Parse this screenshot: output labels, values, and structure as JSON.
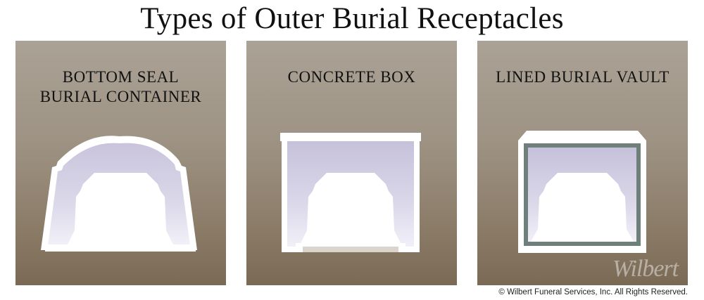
{
  "title": "Types of Outer Burial Receptacles",
  "panels": [
    {
      "label_line1": "BOTTOM SEAL",
      "label_line2": "BURIAL CONTAINER"
    },
    {
      "label_line1": "CONCRETE BOX",
      "label_line2": ""
    },
    {
      "label_line1": "LINED BURIAL VAULT",
      "label_line2": ""
    }
  ],
  "watermark": "Wilbert",
  "copyright": "© Wilbert Funeral Services, Inc. All Rights Reserved.",
  "colors": {
    "panel_bg_top": "#aba296",
    "panel_bg_bottom": "#7a6a55",
    "interior_lavender": "#cfcce0",
    "liner_gray": "#6e7f7c",
    "white": "#ffffff"
  }
}
